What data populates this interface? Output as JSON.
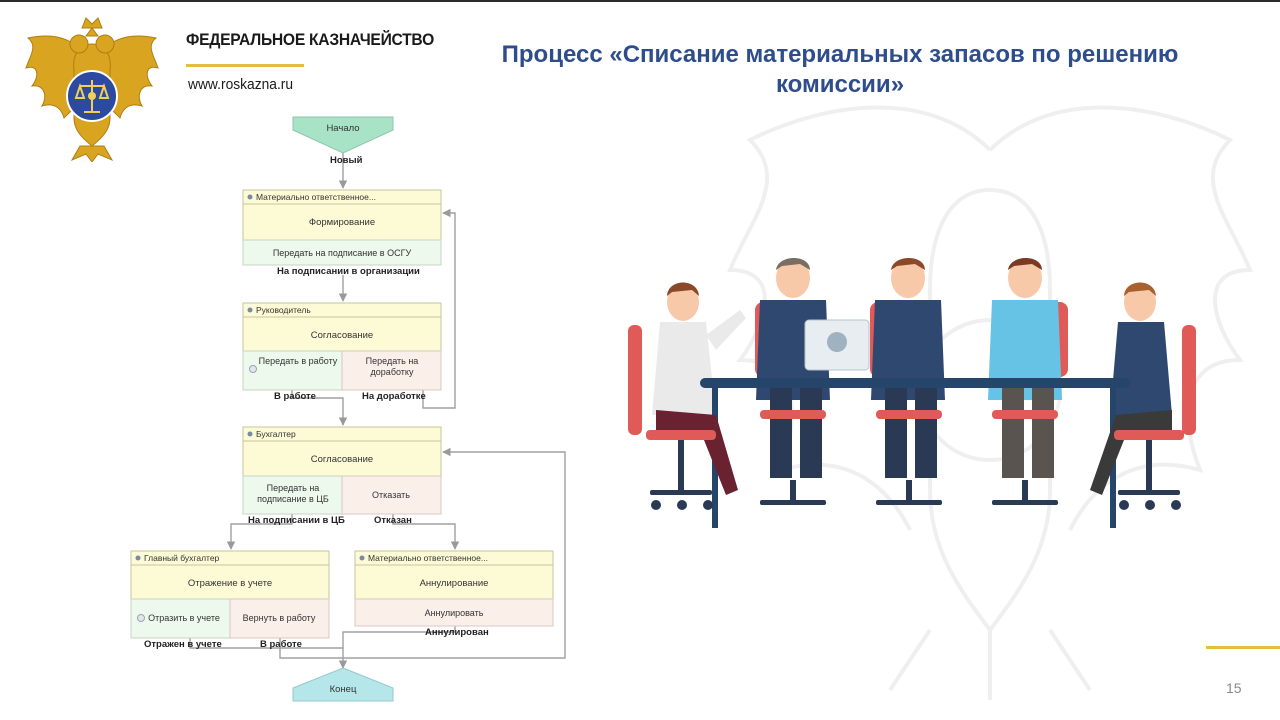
{
  "header": {
    "org_name": "ФЕДЕРАЛЬНОЕ КАЗНАЧЕЙСТВО",
    "website": "www.roskazna.ru",
    "emblem_icon": "double-headed-eagle-emblem"
  },
  "title": "Процесс «Списание материальных запасов по решению комиссии»",
  "page_number": "15",
  "colors": {
    "title": "#2e4d8c",
    "accent_gold": "#e3bf3c",
    "task_header": "#fdfbd6",
    "action_green": "#edf9ec",
    "action_red": "#fbefea",
    "terminal": "#a8e3c8",
    "terminal_end": "#b5e6ea"
  },
  "diagram": {
    "start": {
      "label": "Начало",
      "exit_label": "Новый"
    },
    "nodes": [
      {
        "role": "Материально ответственное...",
        "task": "Формирование",
        "actions": [
          "Передать на подписание в ОСГУ"
        ],
        "exit_labels": [
          "На подписании в организации"
        ]
      },
      {
        "role": "Руководитель",
        "task": "Согласование",
        "actions": [
          "Передать в работу",
          "Передать на доработку"
        ],
        "exit_labels": [
          "В работе",
          "На доработке"
        ]
      },
      {
        "role": "Бухгалтер",
        "task": "Согласование",
        "actions": [
          "Передать на подписание в ЦБ",
          "Отказать"
        ],
        "exit_labels": [
          "На подписании в ЦБ",
          "Отказан"
        ]
      },
      {
        "role": "Главный бухгалтер",
        "task": "Отражение в учете",
        "actions": [
          "Отразить в учете",
          "Вернуть в работу"
        ],
        "exit_labels": [
          "Отражен в учете",
          "В работе"
        ]
      },
      {
        "role": "Материально ответственное...",
        "task": "Аннулирование",
        "actions": [
          "Аннулировать"
        ],
        "exit_labels": [
          "Аннулирован"
        ]
      }
    ],
    "end": {
      "label": "Конец"
    }
  },
  "illustration": {
    "icon": "meeting-commission-illustration"
  }
}
